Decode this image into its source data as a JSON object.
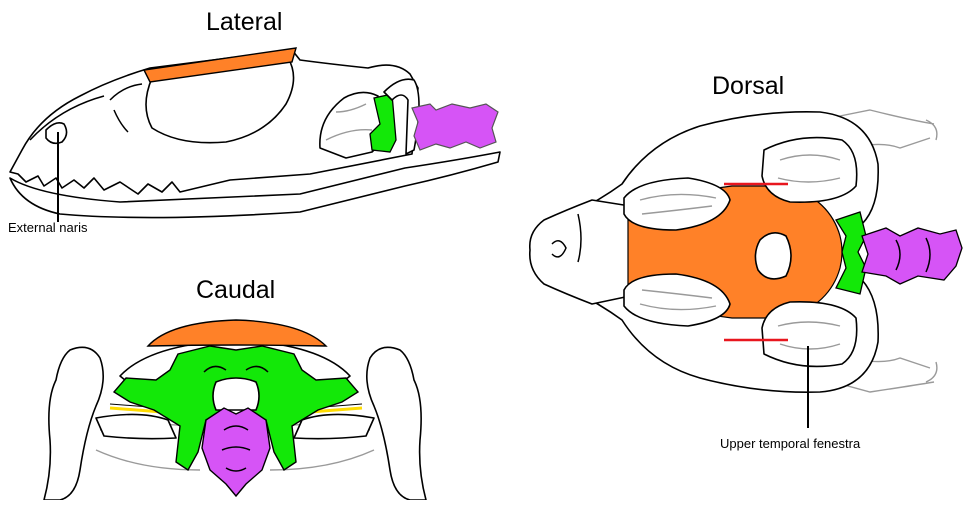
{
  "titles": {
    "lateral": "Lateral",
    "dorsal": "Dorsal",
    "caudal": "Caudal"
  },
  "annotations": {
    "external_naris": "External naris",
    "upper_temporal_fenestra": "Upper temporal fenestra"
  },
  "colors": {
    "orange": "#ff8128",
    "green": "#13e808",
    "magenta": "#d654f6",
    "red": "#e8161e",
    "yellow": "#ffdc00",
    "outline": "#000000",
    "background_bone": "#9a9a9a"
  }
}
